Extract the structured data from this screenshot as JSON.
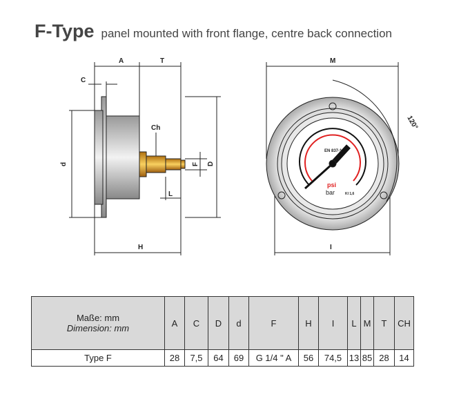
{
  "title": {
    "type": "F-Type",
    "subtitle": "panel mounted with front flange, centre back connection"
  },
  "drawing": {
    "side_labels": {
      "A": "A",
      "T": "T",
      "C": "C",
      "Ch": "Ch",
      "d": "d",
      "F": "F",
      "D": "D",
      "L": "L",
      "H": "H"
    },
    "front_labels": {
      "M": "M",
      "I": "I",
      "angle": "120°"
    },
    "dial": {
      "standard": "EN 837-1",
      "unit1": "psi",
      "unit2": "bar",
      "class": "Kl 1,6"
    },
    "colors": {
      "red_scale": "#e02020",
      "brass": "#e8a820",
      "flange": "#c8c8c8"
    }
  },
  "table": {
    "header_label_de": "Maße: mm",
    "header_label_en": "Dimension: mm",
    "columns": [
      "A",
      "C",
      "D",
      "d",
      "F",
      "H",
      "I",
      "L",
      "M",
      "T",
      "CH"
    ],
    "row": {
      "label": "Type F",
      "values": [
        "28",
        "7,5",
        "64",
        "69",
        "G 1/4 \" A",
        "56",
        "74,5",
        "13",
        "85",
        "28",
        "14"
      ]
    }
  }
}
